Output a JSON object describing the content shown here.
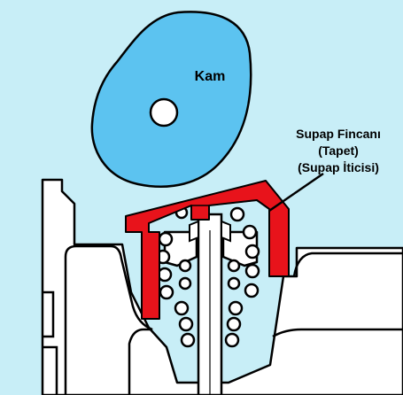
{
  "labels": {
    "cam": "Kam",
    "tappet_line1": "Supap Fincanı",
    "tappet_line2": "(Tapet)",
    "tappet_line3": "(Supap İticisi)"
  },
  "colors": {
    "background": "#c8eef7",
    "cam_fill": "#5cc3f0",
    "tappet": "#e8131b",
    "outline": "#000000",
    "body_fill": "#ffffff"
  },
  "icons": {
    "cam": "cam-lobe-icon",
    "tappet": "valve-cup-icon",
    "springs": "coil-spring-icon",
    "valve_stem": "valve-stem-icon"
  }
}
